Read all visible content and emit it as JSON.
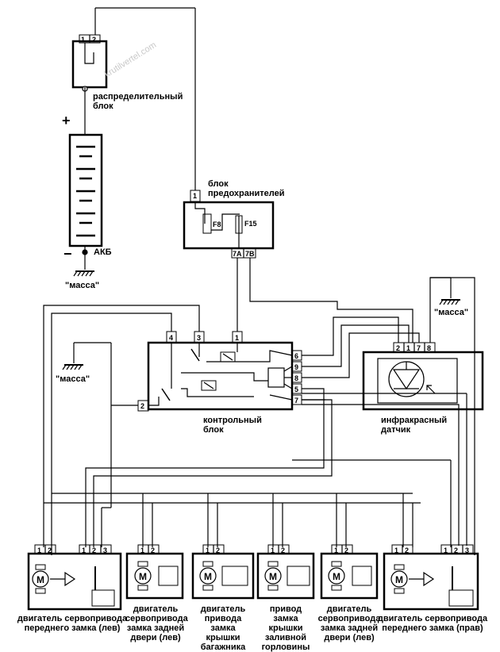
{
  "labels": {
    "distribution_block": "распределительный\nблок",
    "battery": "АКБ",
    "plus": "+",
    "minus": "−",
    "ground_left_top": "\"масса\"",
    "ground_left_mid": "\"масса\"",
    "ground_right": "\"масса\"",
    "fuse_block": "блок\nпредохранителей",
    "fuse_f8": "F8",
    "fuse_f15": "F15",
    "control_block": "контрольный\nблок",
    "ir_sensor": "инфракрасный\nдатчик",
    "motor_front_left": "двигатель сервопривода\nпереднего замка (лев)",
    "motor_rear_left": "двигатель\nсервопривода\nзамка задней\nдвери (лев)",
    "motor_trunk": "двигатель\nпривода\nзамка\nкрышки\nбагажника",
    "motor_fuel": "привод\nзамка\nкрышки\nзаливной\nгорловины",
    "motor_rear_right": "двигатель\nсервопривода\nзамка задней\nдвери (лев)",
    "motor_front_right": "двигатель сервопривода\nпереднего замка (прав)",
    "motor_symbol": "M"
  },
  "pins": {
    "dist_1": "1",
    "dist_2": "2",
    "fuse_in": "1",
    "fuse_7a": "7А",
    "fuse_7b": "7В",
    "cb_4": "4",
    "cb_3": "3",
    "cb_1": "1",
    "cb_2": "2",
    "cb_6": "6",
    "cb_9": "9",
    "cb_8": "8",
    "cb_5": "5",
    "cb_7": "7",
    "ir_2": "2",
    "ir_1": "1",
    "ir_7": "7",
    "ir_8": "8",
    "m1_1": "1",
    "m1_2": "2",
    "m1_s1": "1",
    "m1_s2": "2",
    "m1_s3": "3",
    "m2_1": "1",
    "m2_2": "2",
    "m3_1": "1",
    "m3_2": "2",
    "m4_1": "1",
    "m4_2": "2",
    "m5_1": "1",
    "m5_2": "2",
    "m6_1": "1",
    "m6_2": "2",
    "m6_s1": "1",
    "m6_s2": "2",
    "m6_s3": "3"
  },
  "watermark": "krutilvertel.com"
}
